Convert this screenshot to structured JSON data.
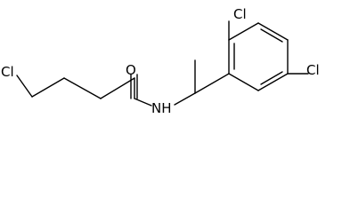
{
  "molecule": {
    "atoms": {
      "cl_chain": "Cl",
      "oxygen": "O",
      "nitrogen": "NH",
      "cl_ortho": "Cl",
      "cl_para": "Cl"
    }
  }
}
